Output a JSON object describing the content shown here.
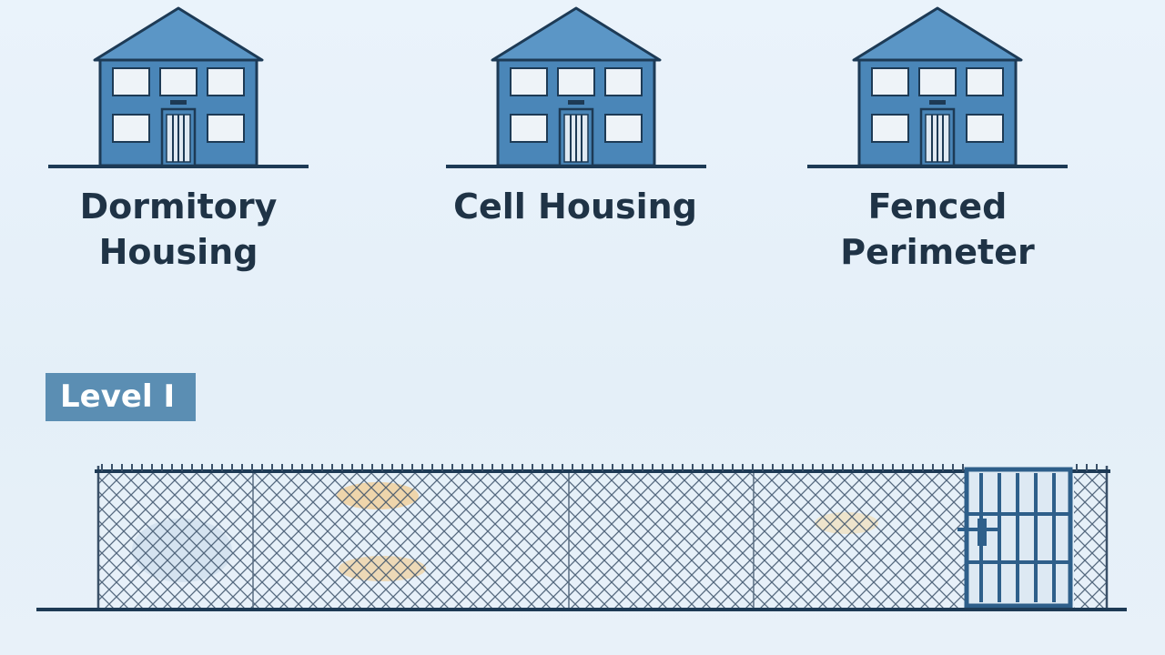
{
  "buildings": [
    {
      "line1": "Dormitory",
      "line2": "Housing"
    },
    {
      "line1": "Cell Housing",
      "line2": ""
    },
    {
      "line1": "Fenced",
      "line2": "Perimeter"
    }
  ],
  "level_badge": "Level I",
  "colors": {
    "building_fill": "#4a86b8",
    "roof_fill": "#5b96c6",
    "outline": "#1d3a55",
    "window": "#eef3f8",
    "badge": "#5b8eb3",
    "text": "#1f3346",
    "fence_mesh": "#3a5068"
  },
  "icons": [
    "house-icon",
    "chain-link-fence",
    "gate-icon"
  ]
}
